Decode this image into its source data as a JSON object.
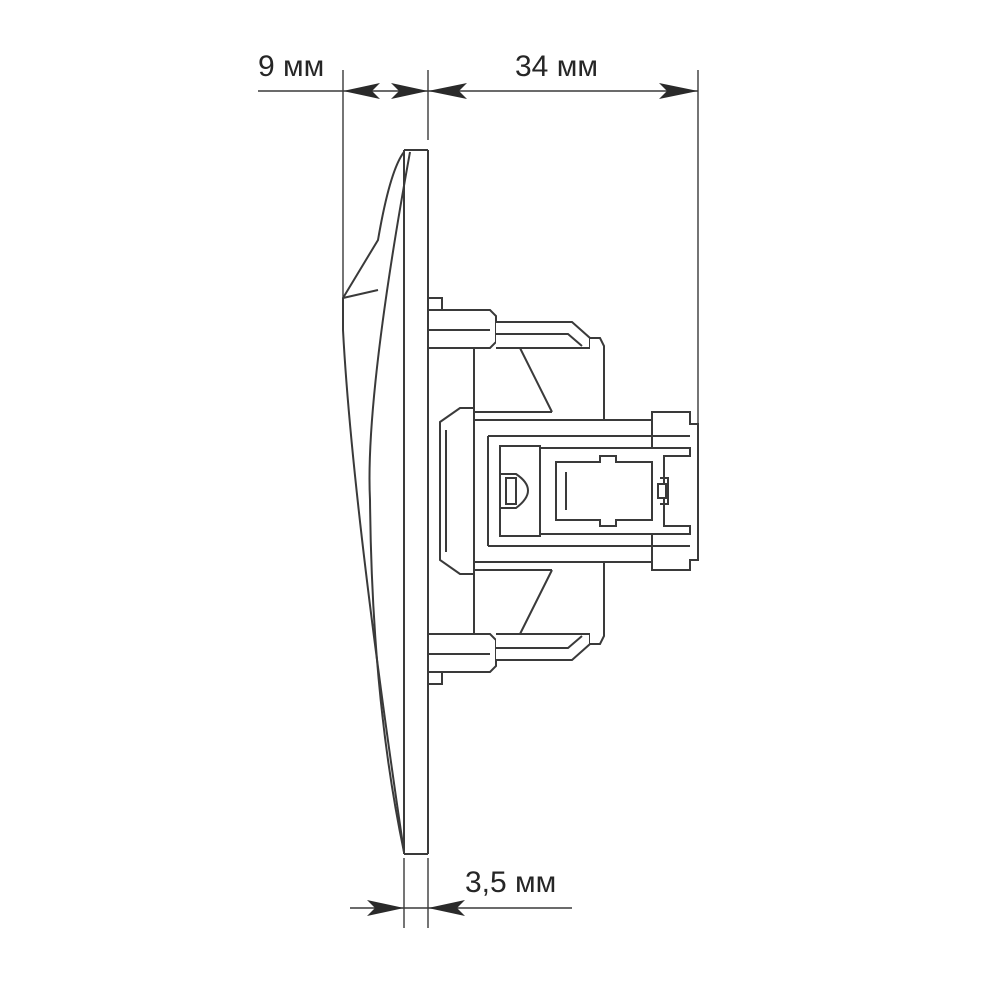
{
  "dimensions": {
    "left_depth": "9 мм",
    "body_depth": "34 мм",
    "plate_thickness": "3,5 мм"
  }
}
